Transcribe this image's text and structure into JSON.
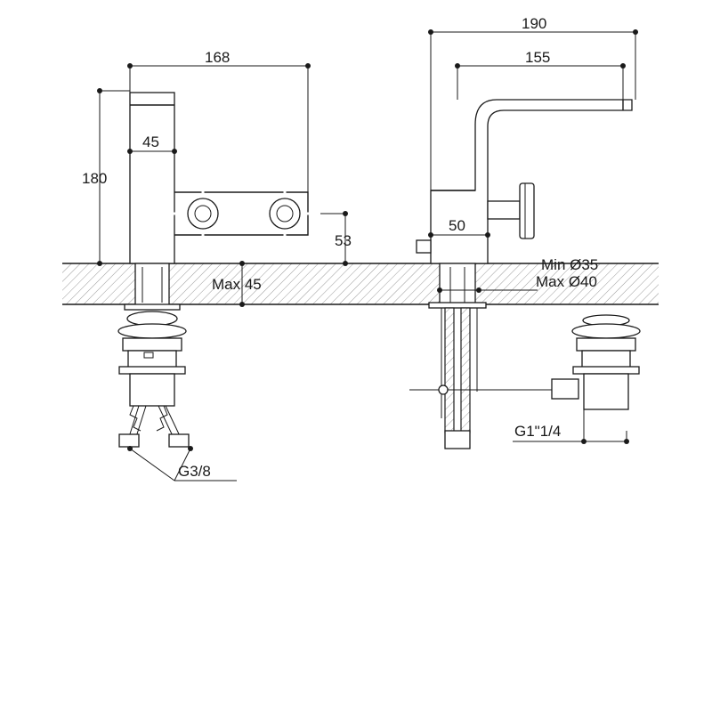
{
  "dimensions": {
    "d168": "168",
    "d45": "45",
    "d180": "180",
    "d53": "53",
    "max45": "Max 45",
    "d190": "190",
    "d155": "155",
    "d50": "50",
    "min35": "Min Ø35",
    "max40": "Max Ø40",
    "g38": "G3/8",
    "g114": "G1\"1/4"
  }
}
